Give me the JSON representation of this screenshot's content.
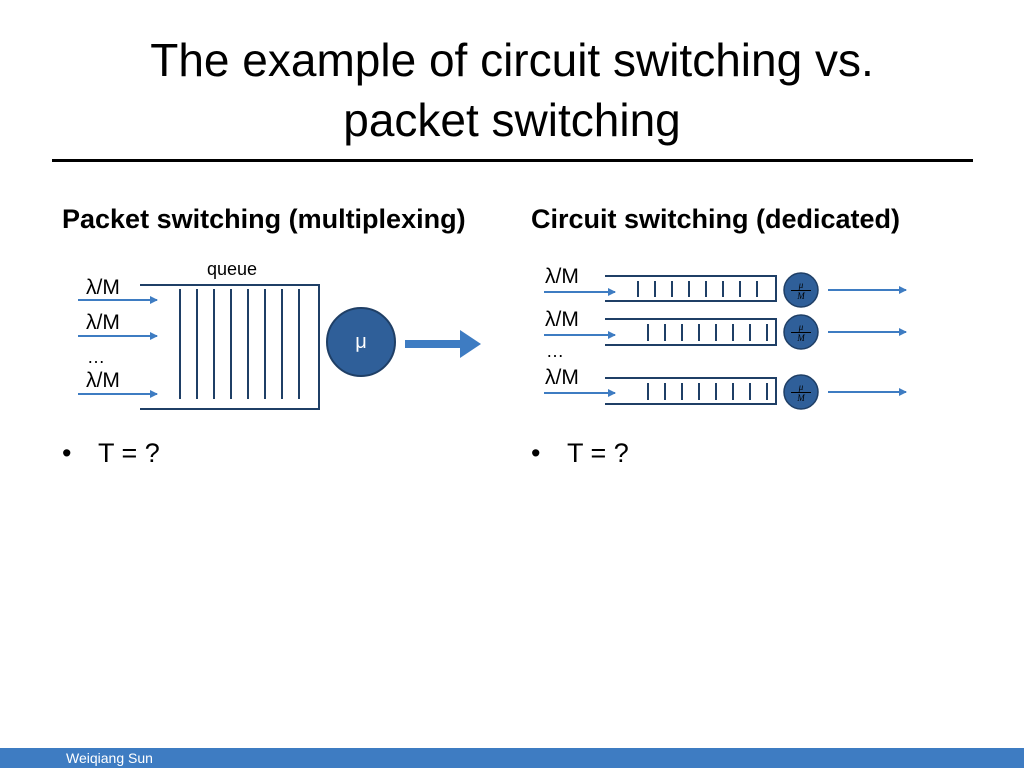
{
  "slide": {
    "title_line1": "The example of circuit switching vs.",
    "title_line2": "packet switching"
  },
  "packet_switching": {
    "heading": "Packet switching (multiplexing)",
    "queue_label": "queue",
    "input_labels": [
      "λ/M",
      "λ/M",
      "…",
      "λ/M"
    ],
    "server_label": "μ",
    "bullet": "T = ?"
  },
  "circuit_switching": {
    "heading": "Circuit switching (dedicated)",
    "input_labels": [
      "λ/M",
      "λ/M",
      "…",
      "λ/M"
    ],
    "server_numerator": "μ",
    "server_denominator": "M",
    "bullet": "T = ?"
  },
  "bullet_symbol": "•",
  "footer": {
    "author": "Weiqiang Sun"
  },
  "colors": {
    "accent_blue": "#3e7cc2",
    "server_fill": "#2f5f99",
    "outline": "#1f3f66",
    "footer_bar": "#3e7cc2"
  }
}
